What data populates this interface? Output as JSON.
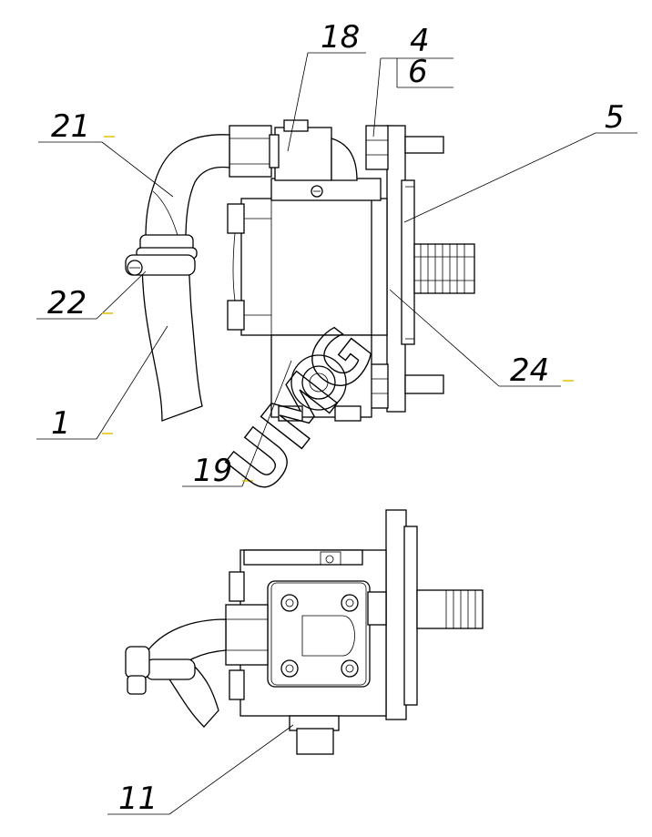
{
  "callouts": {
    "c18": "18",
    "c4": "4",
    "c6": "6",
    "c5": "5",
    "c21": "21",
    "c22": "22",
    "c1": "1",
    "c24": "24",
    "c19": "19",
    "c11": "11"
  },
  "watermark": "UMG"
}
